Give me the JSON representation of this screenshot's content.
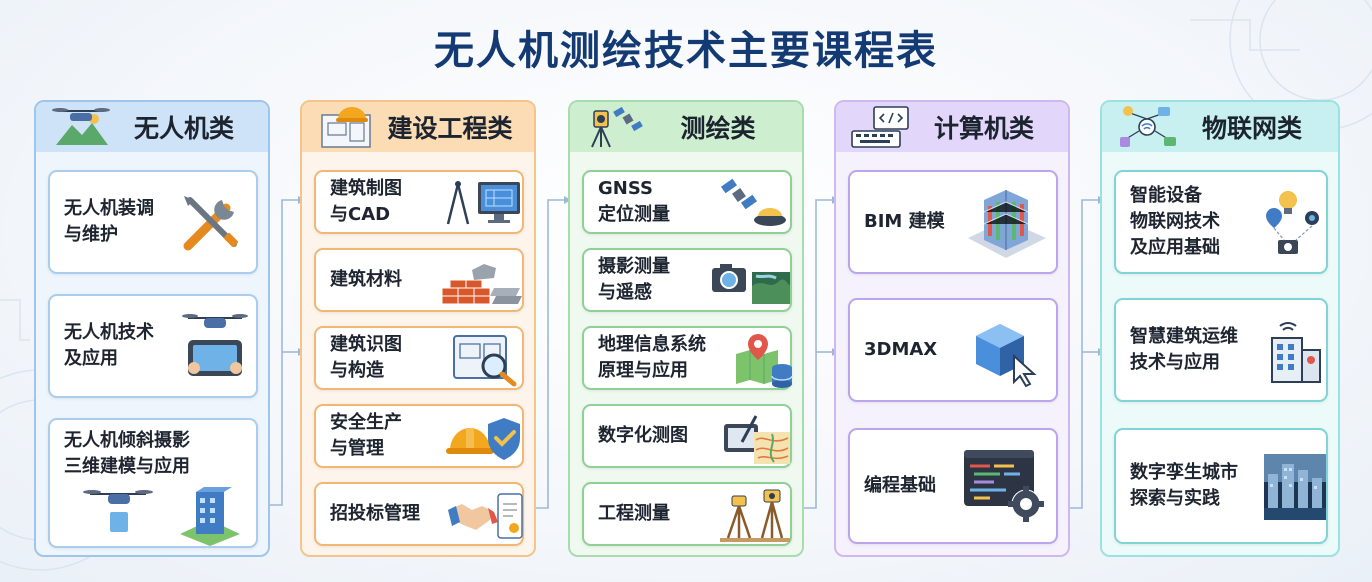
{
  "title": "无人机测绘技术主要课程表",
  "columns": [
    {
      "name": "无人机类",
      "courses": [
        {
          "label": "无人机装调\n与维护",
          "icon": "tools-icon"
        },
        {
          "label": "无人机技术\n及应用",
          "icon": "drone-tablet-icon"
        },
        {
          "label": "无人机倾斜摄影\n三维建模与应用",
          "icon": "drone-building-icon"
        }
      ]
    },
    {
      "name": "建设工程类",
      "courses": [
        {
          "label": "建筑制图\n与CAD",
          "icon": "compass-monitor-icon"
        },
        {
          "label": "建筑材料",
          "icon": "bricks-icon"
        },
        {
          "label": "建筑识图\n与构造",
          "icon": "blueprint-magnifier-icon"
        },
        {
          "label": "安全生产\n与管理",
          "icon": "helmet-shield-icon"
        },
        {
          "label": "招投标管理",
          "icon": "handshake-document-icon"
        }
      ]
    },
    {
      "name": "测绘类",
      "courses": [
        {
          "label": "GNSS\n定位测量",
          "icon": "satellite-receiver-icon"
        },
        {
          "label": "摄影测量\n与遥感",
          "icon": "camera-satellite-image-icon"
        },
        {
          "label": "地理信息系统\n原理与应用",
          "icon": "map-pin-database-icon"
        },
        {
          "label": "数字化测图",
          "icon": "tablet-map-icon"
        },
        {
          "label": "工程测量",
          "icon": "survey-tripod-icon"
        }
      ]
    },
    {
      "name": "计算机类",
      "courses": [
        {
          "label": "BIM 建模",
          "icon": "bim-building-icon"
        },
        {
          "label": "3DMAX",
          "icon": "cube-cursor-icon"
        },
        {
          "label": "编程基础",
          "icon": "code-window-gear-icon"
        }
      ]
    },
    {
      "name": "物联网类",
      "courses": [
        {
          "label": "智能设备\n物联网技术\n及应用基础",
          "icon": "iot-devices-icon"
        },
        {
          "label": "智慧建筑运维\n技术与应用",
          "icon": "smart-building-icon"
        },
        {
          "label": "数字孪生城市\n探索与实践",
          "icon": "city-photo-icon"
        }
      ]
    }
  ],
  "colors": {
    "title": "#143a74",
    "uav": "#4a90d9",
    "construction": "#f0a040",
    "surveying": "#5cb870",
    "computer": "#a98ae0",
    "iot": "#4cc3c6"
  }
}
